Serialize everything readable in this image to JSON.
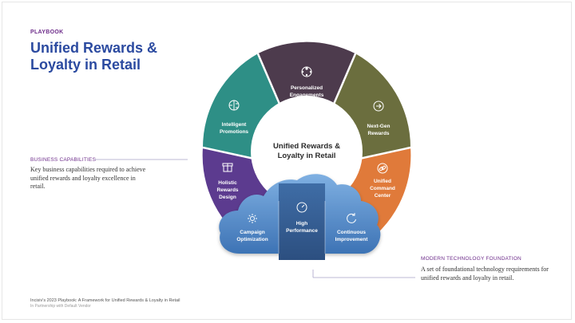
{
  "eyebrow": "PLAYBOOK",
  "title": "Unified Rewards & Loyalty in Retail",
  "center": {
    "line1": "Unified Rewards &",
    "line2": "Loyalty in Retail"
  },
  "business": {
    "label": "BUSINESS CAPABILITIES",
    "text": "Key business capabilities required to achieve unified rewards and loyalty excellence in retail."
  },
  "technology": {
    "label": "MODERN TECHNOLOGY FOUNDATION",
    "text": "A set of foundational technology requirements for unified rewards and loyalty in retail."
  },
  "segments": [
    {
      "icon": "personalization-icon",
      "line1": "Personalized",
      "line2": "Engagements",
      "color": "#4d3b4d"
    },
    {
      "icon": "arrow-right-circle-icon",
      "line1": "Next-Gen",
      "line2": "Rewards",
      "color": "#6b6e3e"
    },
    {
      "icon": "link-icon",
      "line1": "Unified",
      "line2": "Command",
      "line3": "Center",
      "color": "#e07a3a"
    },
    {
      "icon": "gift-icon",
      "line1": "Holistic",
      "line2": "Rewards",
      "line3": "Design",
      "color": "#5c3b8f"
    },
    {
      "icon": "brain-icon",
      "line1": "Intelligent",
      "line2": "Promotions",
      "color": "#2e8f86"
    }
  ],
  "foundation": [
    {
      "icon": "gear-icon",
      "line1": "Campaign",
      "line2": "Optimization"
    },
    {
      "icon": "speedometer-icon",
      "line1": "High",
      "line2": "Performance"
    },
    {
      "icon": "refresh-icon",
      "line1": "Continuous",
      "line2": "Improvement"
    }
  ],
  "footer": {
    "line1": "Incisiv's 2023 Playbook: A Framework for Unified Rewards & Loyalty in Retail",
    "line2": "In Partnership with Default Vendor"
  }
}
